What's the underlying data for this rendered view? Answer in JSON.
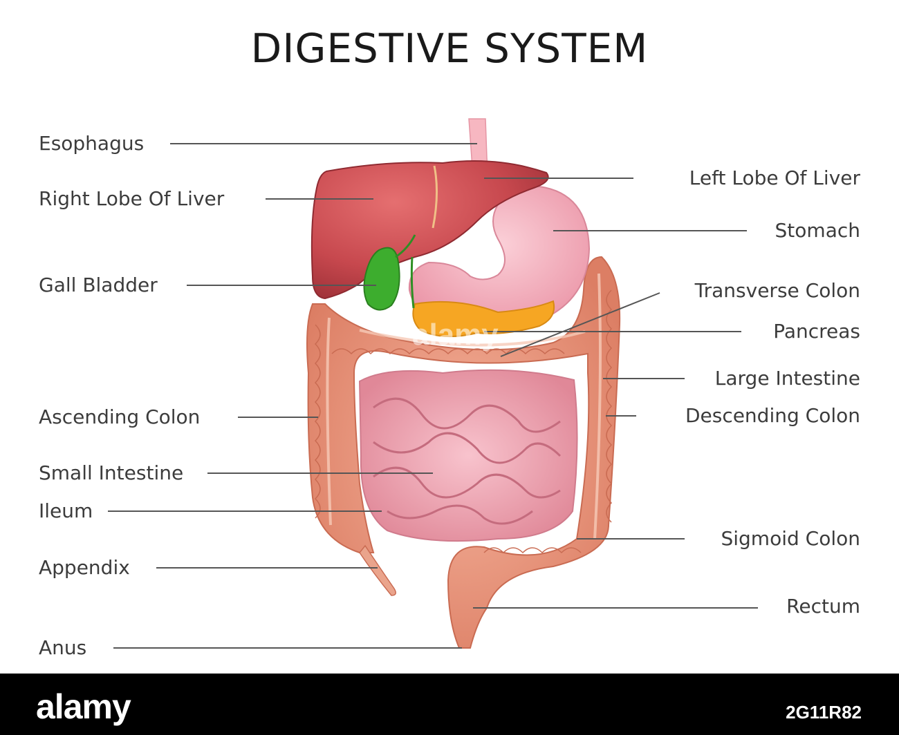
{
  "title": "DIGESTIVE SYSTEM",
  "labels": {
    "esophagus": "Esophagus",
    "right_lobe_liver": "Right Lobe Of Liver",
    "gall_bladder": "Gall Bladder",
    "ascending_colon": "Ascending Colon",
    "small_intestine": "Small Intestine",
    "ileum": "Ileum",
    "appendix": "Appendix",
    "anus": "Anus",
    "left_lobe_liver": "Left Lobe Of Liver",
    "stomach": "Stomach",
    "transverse_colon": "Transverse Colon",
    "pancreas": "Pancreas",
    "large_intestine": "Large Intestine",
    "descending_colon": "Descending Colon",
    "sigmoid_colon": "Sigmoid Colon",
    "rectum": "Rectum"
  },
  "watermark": "alamy",
  "footer": {
    "brand": "alamy",
    "image_id": "2G11R82"
  },
  "colors": {
    "liver": "#c7484e",
    "liver_highlight": "#dd6a6c",
    "gall_bladder": "#3dad2e",
    "stomach": "#f2a7b5",
    "pancreas": "#f6a623",
    "colon": "#e9977d",
    "small_intestine": "#f0a1b0",
    "esophagus": "#f7b7c1",
    "leader_line": "#555555"
  }
}
